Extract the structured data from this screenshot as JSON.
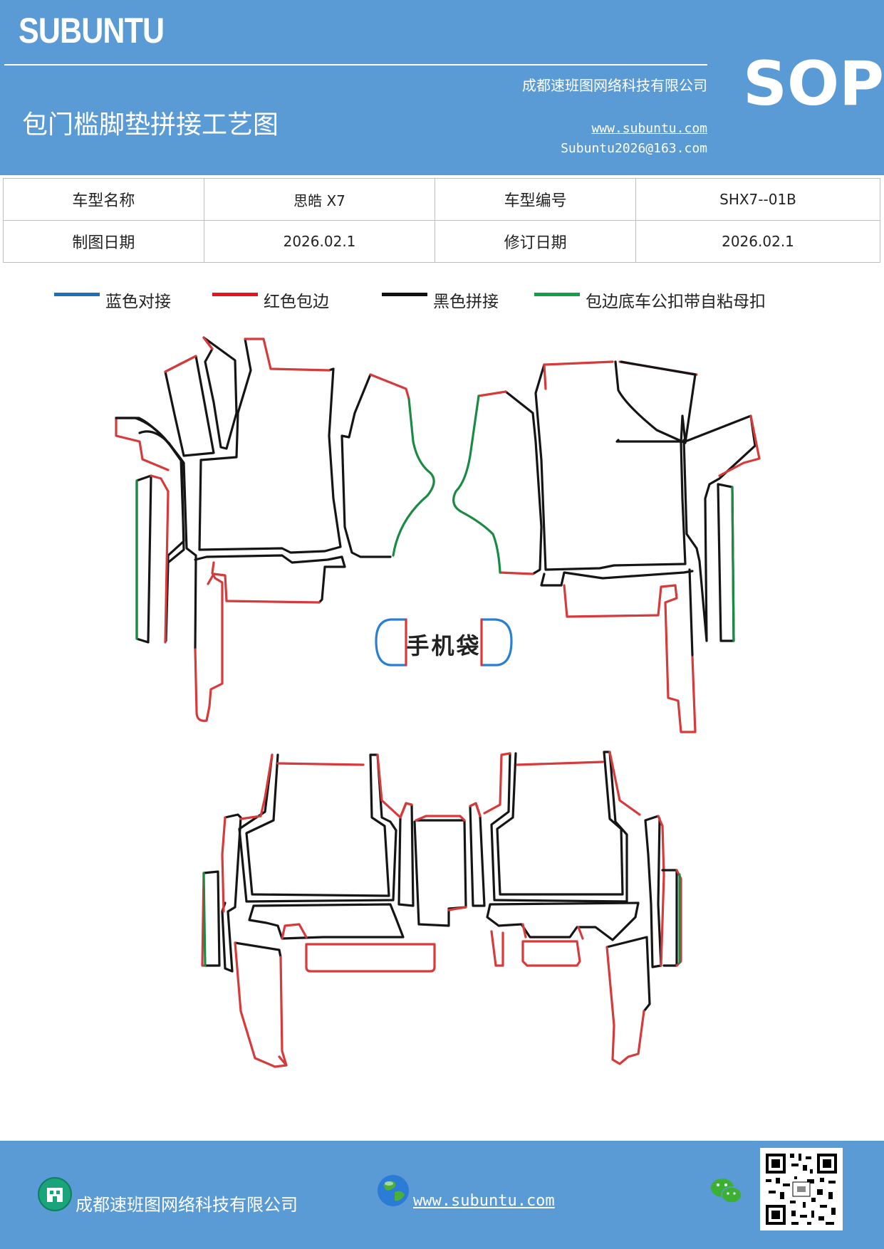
{
  "header": {
    "brand": "SUBUNTU",
    "company": "成都速班图网络科技有限公司",
    "title": "包门槛脚垫拼接工艺图",
    "website": "www.subuntu.com",
    "email": "Subuntu2026@163.com",
    "doc_type": "SOP"
  },
  "info_table": {
    "rows": [
      {
        "label1": "车型名称",
        "value1": "思皓 X7",
        "label2": "车型编号",
        "value2": "SHX7--01B"
      },
      {
        "label1": "制图日期",
        "value1": "2026.02.1",
        "label2": "修订日期",
        "value2": "2026.02.1"
      }
    ]
  },
  "legend": {
    "items": [
      {
        "label": "蓝色对接",
        "color": "#1f6fb8"
      },
      {
        "label": "红色包边",
        "color": "#e8141c"
      },
      {
        "label": "黑色拼接",
        "color": "#111111"
      },
      {
        "label": "包边底车公扣带自粘母扣",
        "color": "#13a04a"
      }
    ]
  },
  "drawing": {
    "pocket_label": "手机袋",
    "colors": {
      "red": "#d63a3a",
      "black": "#151515",
      "green": "#1a8a45",
      "blue": "#2a7fd0"
    }
  },
  "footer": {
    "company": "成都速班图网络科技有限公司",
    "website": "www.subuntu.com",
    "icons": [
      "building-icon",
      "globe-icon",
      "wechat-icon",
      "qr-code"
    ]
  }
}
